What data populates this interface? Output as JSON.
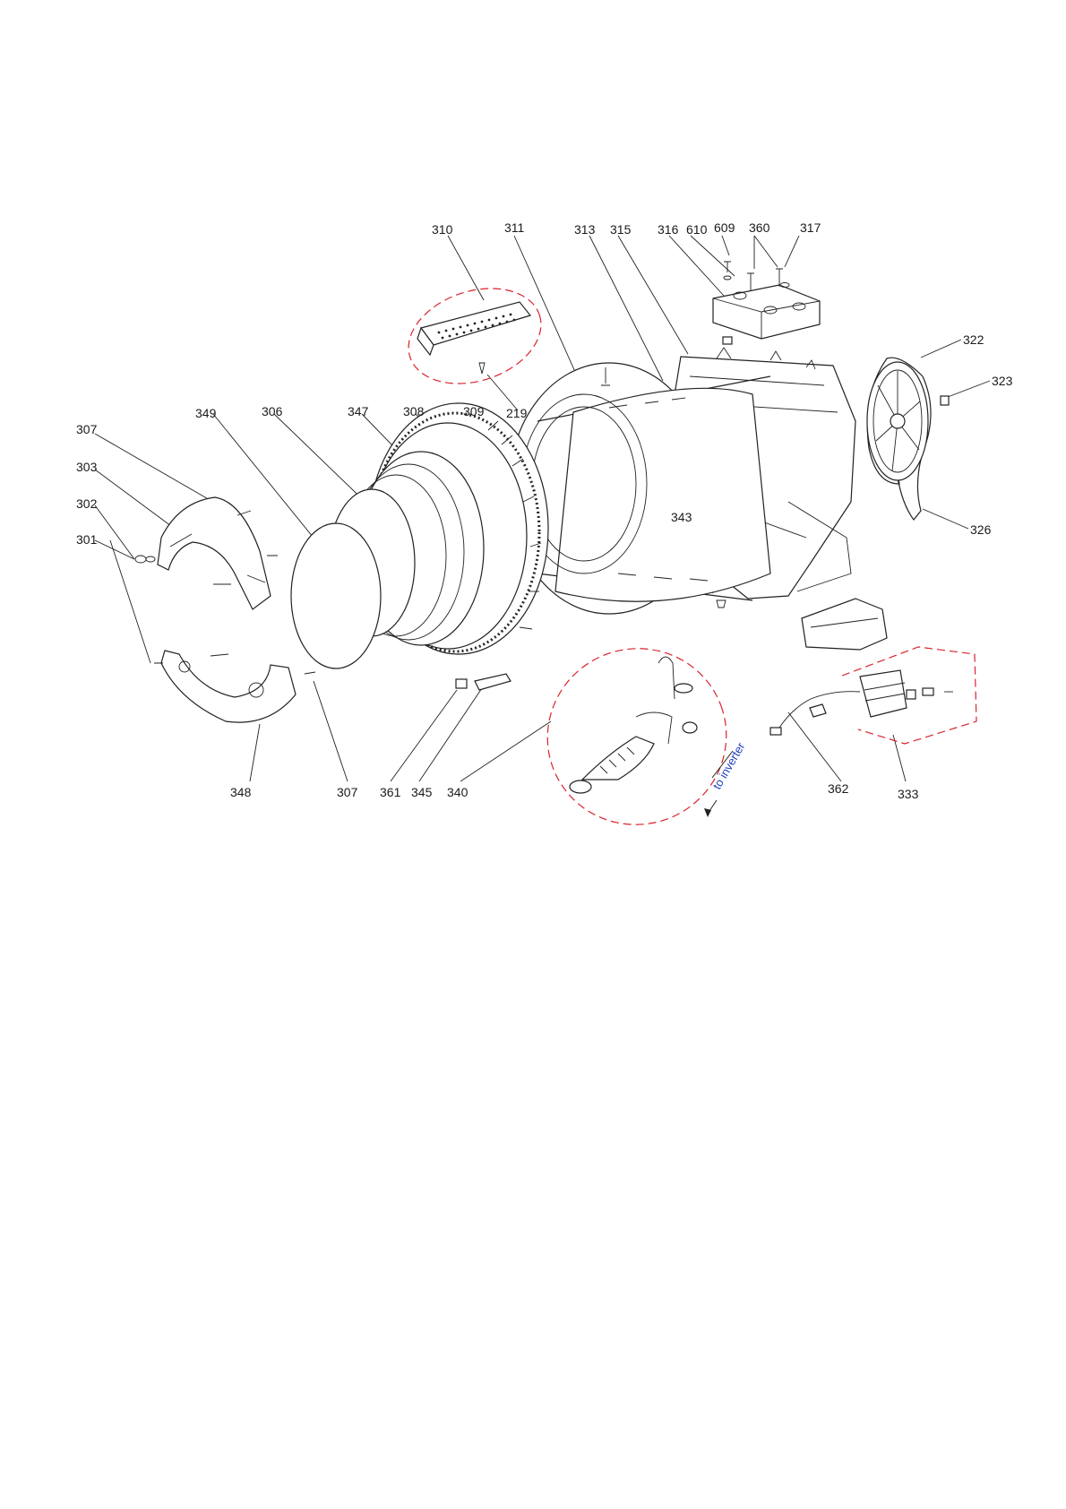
{
  "diagram": {
    "labels": {
      "l310": "310",
      "l311": "311",
      "l313": "313",
      "l315": "315",
      "l316": "316",
      "l610": "610",
      "l609": "609",
      "l360": "360",
      "l317": "317",
      "l322": "322",
      "l323": "323",
      "l326": "326",
      "l219": "219",
      "l349": "349",
      "l306": "306",
      "l347": "347",
      "l308": "308",
      "l309": "309",
      "l307a": "307",
      "l303": "303",
      "l302": "302",
      "l301": "301",
      "l343": "343",
      "l348": "348",
      "l307b": "307",
      "l361": "361",
      "l345": "345",
      "l340": "340",
      "l362": "362",
      "l333": "333"
    },
    "annotation": "to inverter",
    "colors": {
      "highlight": "#d9232d",
      "annotation": "#1f3fbf",
      "line": "#222222"
    }
  }
}
